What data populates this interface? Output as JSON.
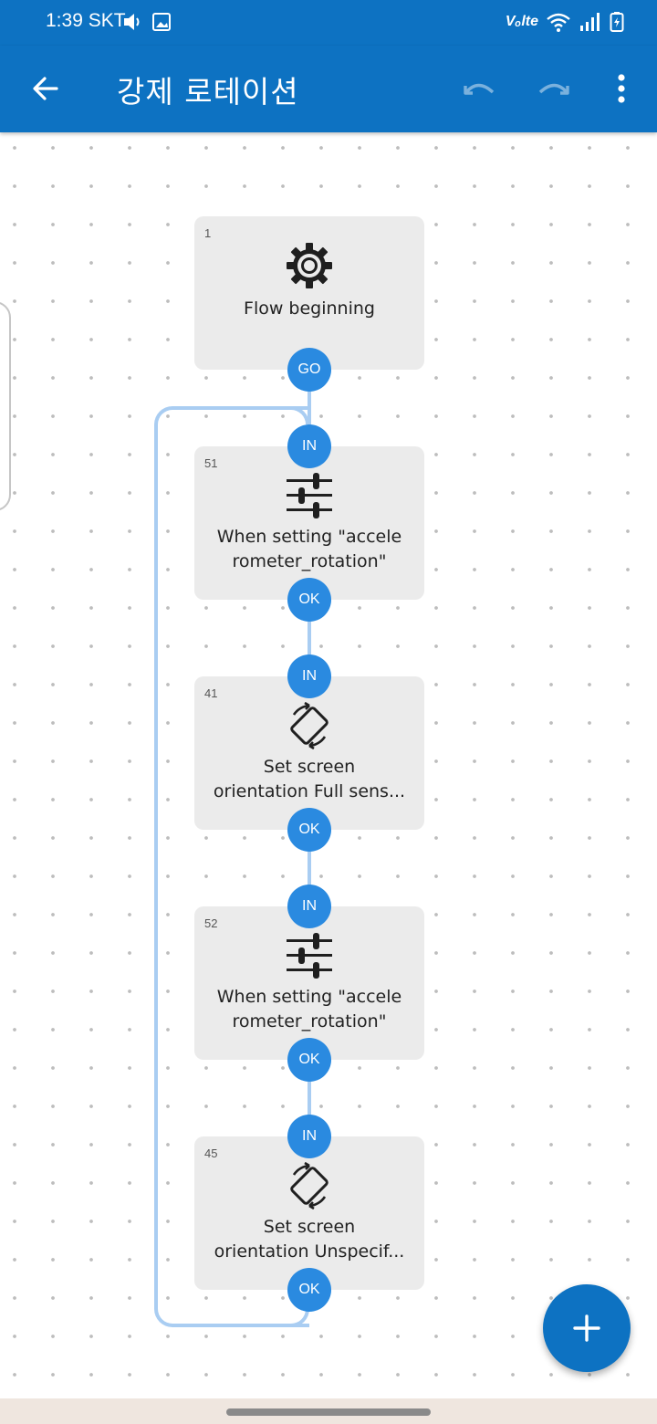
{
  "status_bar": {
    "time": "1:39",
    "carrier": "SKT",
    "network_label": "Vₒlte",
    "icons": [
      "volume-icon",
      "image-icon",
      "wifi-icon",
      "signal-icon",
      "battery-icon"
    ]
  },
  "app_bar": {
    "title": "강제 로테이션",
    "icons": [
      "back-arrow-icon",
      "undo-icon",
      "redo-icon",
      "more-vert-icon"
    ]
  },
  "flow": {
    "nodes": [
      {
        "id": "1",
        "icon": "gear-icon",
        "label": "Flow beginning",
        "output": "GO"
      },
      {
        "id": "51",
        "icon": "sliders-icon",
        "input": "IN",
        "label_line1": "When setting \"accele",
        "label_line2": "rometer_rotation\"",
        "output": "OK"
      },
      {
        "id": "41",
        "icon": "screen-rotation-icon",
        "input": "IN",
        "label_line1": "Set screen",
        "label_line2": "orientation Full sens...",
        "output": "OK"
      },
      {
        "id": "52",
        "icon": "sliders-icon",
        "input": "IN",
        "label_line1": "When setting \"accele",
        "label_line2": "rometer_rotation\"",
        "output": "OK"
      },
      {
        "id": "45",
        "icon": "screen-rotation-icon",
        "input": "IN",
        "label_line1": "Set screen",
        "label_line2": "orientation Unspecif...",
        "output": "OK"
      }
    ]
  },
  "fab": {
    "icon": "plus-icon"
  },
  "colors": {
    "primary": "#0d72c2",
    "port": "#2a8ae0",
    "connector": "#a9cdf2",
    "node_bg": "#ebebeb"
  }
}
